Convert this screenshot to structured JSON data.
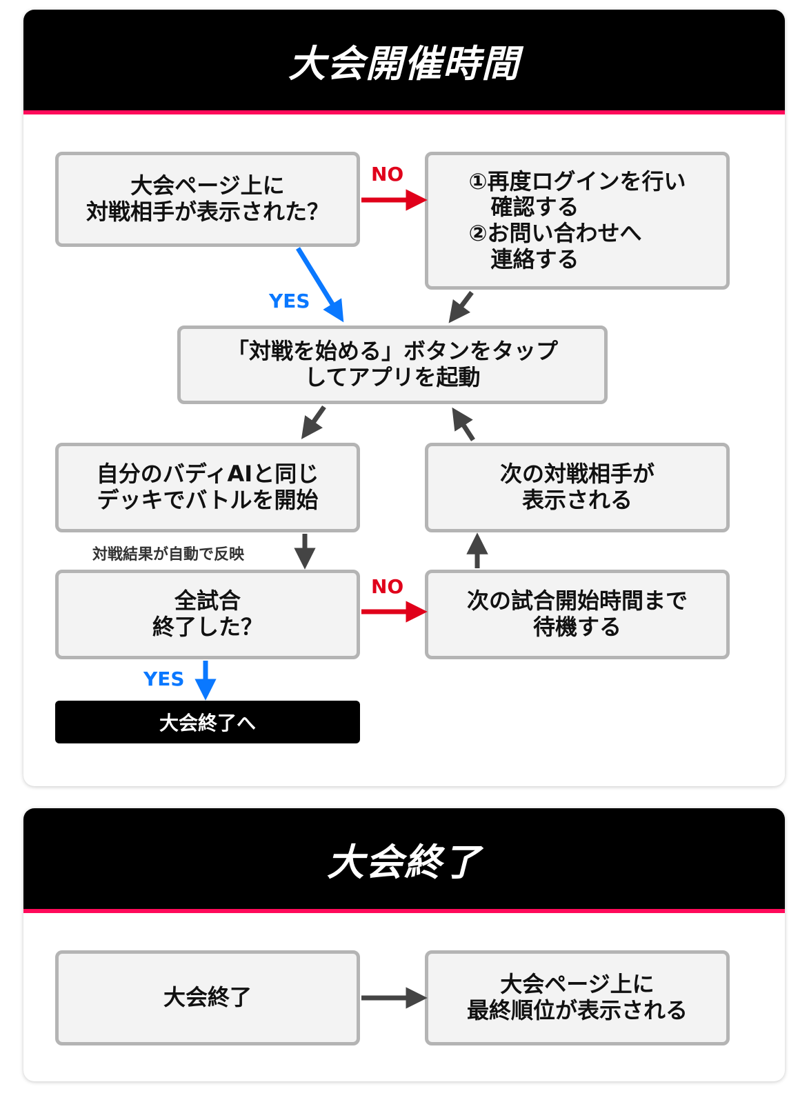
{
  "colors": {
    "header_bg": "#000000",
    "accent_line": "#ff0a5a",
    "no_arrow": "#e0001a",
    "yes_arrow": "#0a78ff",
    "flow_arrow": "#444444",
    "box_bg": "#f3f3f3",
    "box_border": "#b4b4b4"
  },
  "section1": {
    "title": "大会開催時間",
    "box_check_opponent": "大会ページ上に\n対戦相手が表示された？",
    "box_relogin": "①再度ログインを行い\n　確認する\n②お問い合わせへ\n　連絡する",
    "box_start_app": "「対戦を始める」ボタンをタップ\nしてアプリを起動",
    "box_battle": "自分のバディAIと同じ\nデッキでバトルを開始",
    "box_next_opponent": "次の対戦相手が\n表示される",
    "box_all_done": "全試合\n終了した？",
    "box_wait": "次の試合開始時間まで\n待機する",
    "box_end": "大会終了へ",
    "label_no_1": "NO",
    "label_yes_1": "YES",
    "label_no_2": "NO",
    "label_yes_2": "YES",
    "note_result": "対戦結果が自動で反映"
  },
  "section2": {
    "title": "大会終了",
    "box_end": "大会終了",
    "box_ranking": "大会ページ上に\n最終順位が表示される"
  }
}
